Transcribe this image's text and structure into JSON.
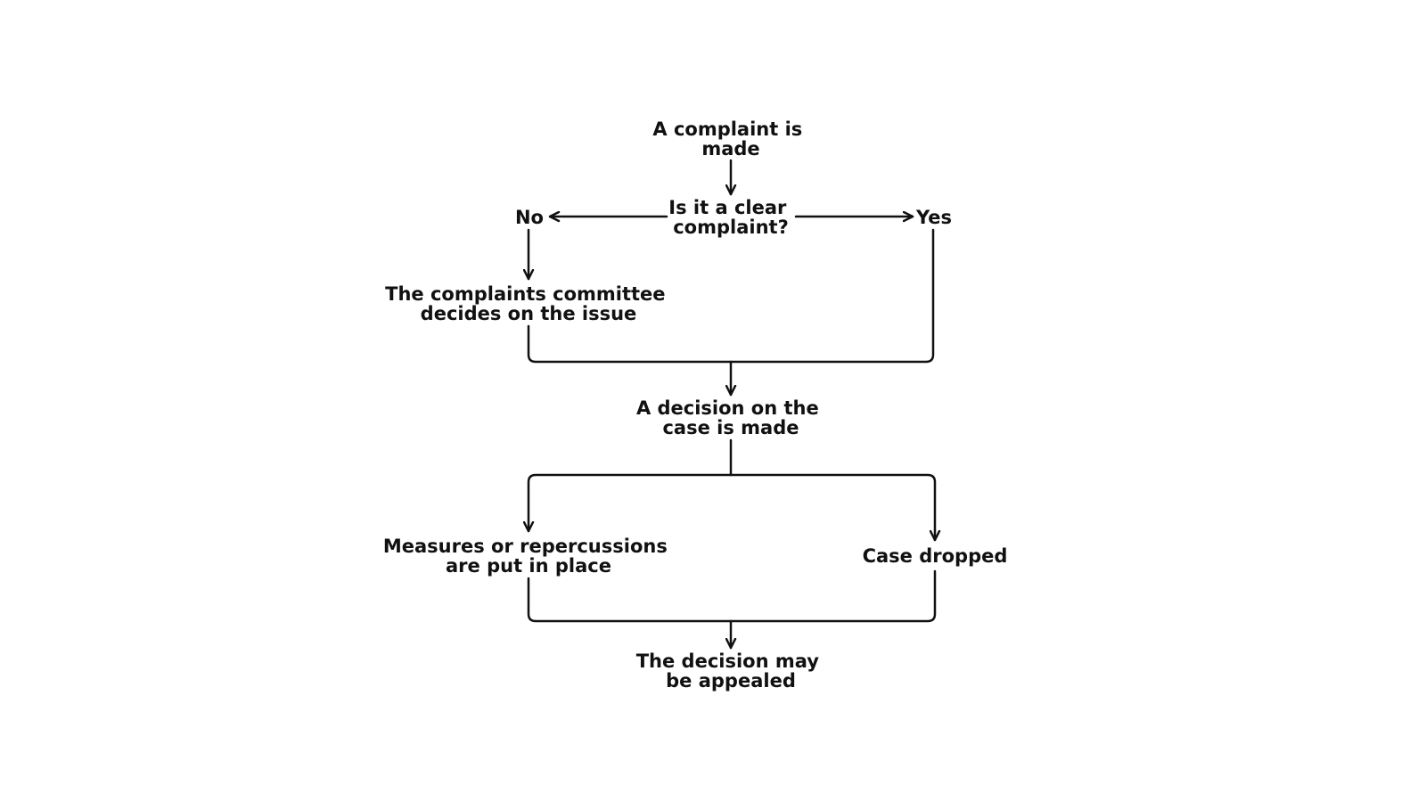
{
  "nodes": {
    "complaint_made": [
      "A complaint is",
      "made"
    ],
    "clear_complaint": [
      "Is it a clear",
      "complaint?"
    ],
    "no": [
      "No"
    ],
    "yes": [
      "Yes"
    ],
    "committee_decides": [
      "The complaints committee",
      "decides on the issue"
    ],
    "decision_made": [
      "A decision on the",
      "case is made"
    ],
    "measures": [
      "Measures or repercussions",
      "are put in place"
    ],
    "case_dropped": [
      "Case dropped"
    ],
    "appeal": [
      "The decision may",
      "be appealed"
    ]
  },
  "colors": {
    "ink": "#111111",
    "background": "#ffffff"
  }
}
